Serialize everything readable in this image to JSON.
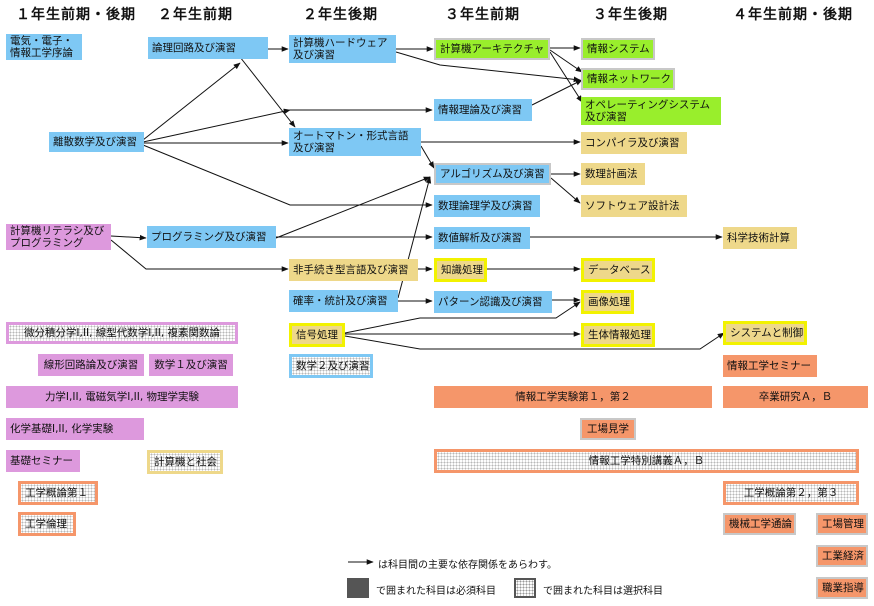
{
  "headers": {
    "y1": "１年生前期・後期",
    "y2a": "２年生前期",
    "y2b": "２年生後期",
    "y3a": "３年生前期",
    "y3b": "３年生後期",
    "y4": "４年生前期・後期"
  },
  "courses": {
    "denki_joron": "電気・電子・\n情報工学序論",
    "risan": "離散数学及び演習",
    "literacy": "計算機リテラシ及び\nプログラミング",
    "bibun": "微分積分学I,II,  線型代数学I,II,  複素関数論",
    "senkei_kairo": "線形回路論及び演習",
    "sugaku1": "数学１及び演習",
    "rikigaku": "力学I,II,  電磁気学I,II,  物理学実験",
    "kagaku": "化学基礎I,II,  化学実験",
    "kiso_seminar": "基礎セミナー",
    "kogaku_gairon1": "工学概論第１",
    "kogaku_rinri": "工学倫理",
    "ronri": "論理回路及び演習",
    "programming": "プログラミング及び演習",
    "keisanki_shakai": "計算機と社会",
    "hardware": "計算機ハードウェア\n及び演習",
    "automaton": "オートマトン・形式言語\n及び演習",
    "hitetsuzuki": "非手続き型言語及び演習",
    "kakuritsu": "確率・統計及び演習",
    "shingo": "信号処理",
    "sugaku2": "数学２及び演習",
    "architecture": "計算機アーキテクチャ",
    "joho_riron": "情報理論及び演習",
    "algorithm": "アルゴリズム及び演習",
    "suri_ronri": "数理論理学及び演習",
    "suchi": "数値解析及び演習",
    "chishiki": "知識処理",
    "pattern": "パターン認識及び演習",
    "jikken": "情報工学実験第１，第２",
    "kojo": "工場見学",
    "tokubetsu": "情報工学特別講義Ａ，Ｂ",
    "joho_system": "情報システム",
    "network": "情報ネットワーク",
    "os": "オペレーティングシステム\n及び演習",
    "compiler": "コンパイラ及び演習",
    "suri_keikaku": "数理計画法",
    "software": "ソフトウェア設計法",
    "database": "データベース",
    "gazo": "画像処理",
    "seitai": "生体情報処理",
    "kagaku_keisan": "科学技術計算",
    "system_seigyo": "システムと制御",
    "seminar": "情報工学セミナー",
    "sotsugyo": "卒業研究Ａ，Ｂ",
    "kogaku_gairon2": "工学概論第２，第３",
    "kikai": "機械工学通論",
    "kojo_kanri": "工場管理",
    "kogyo_keizai": "工業経済",
    "shokugyo": "職業指導"
  },
  "legend": {
    "arrow_text": "は科目間の主要な依存関係をあらわす。",
    "required_text": "で囲まれた科目は必須科目",
    "elective_text": "で囲まれた科目は選択科目"
  },
  "colors": {
    "blue": "#7ec8f4",
    "green": "#99ee2c",
    "tan": "#eed88a",
    "purple": "#dd99dd",
    "salmon": "#f5966a",
    "yellow_border": "#f2f200"
  }
}
